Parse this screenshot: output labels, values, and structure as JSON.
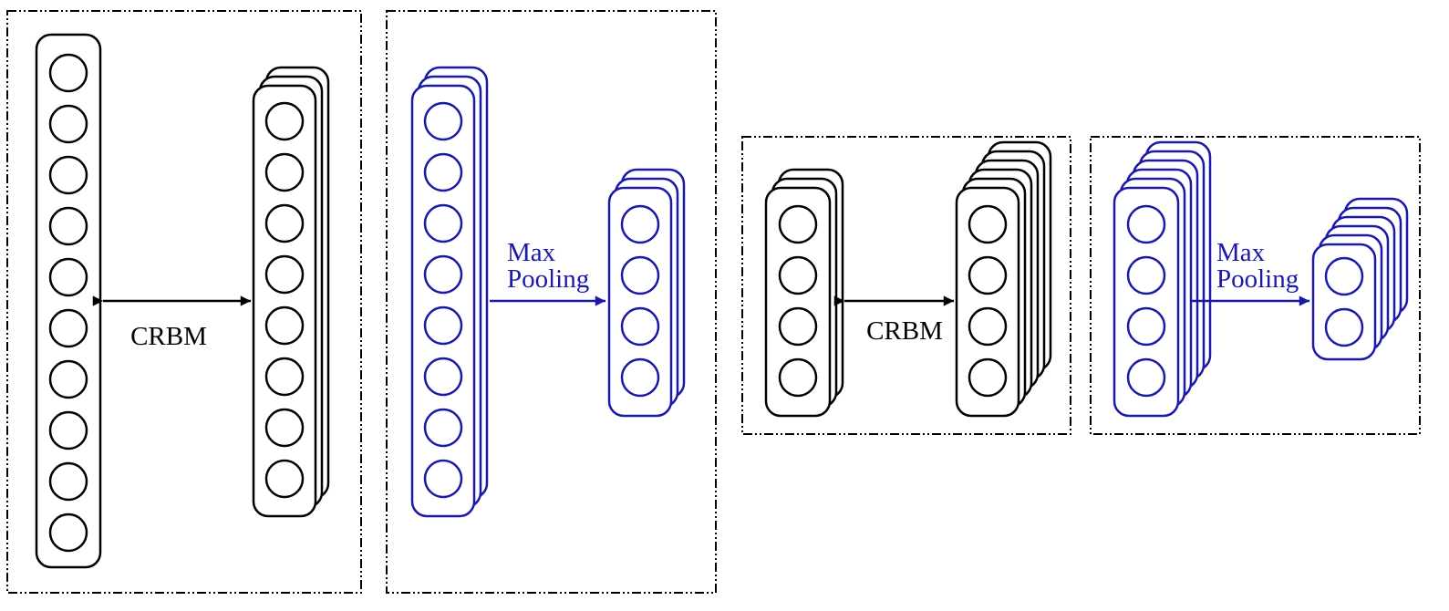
{
  "colors": {
    "visible": "#000000",
    "pooling": "#1a1aa6"
  },
  "panels": [
    {
      "id": "crbm-1",
      "kind": "crbm",
      "label": "CRBM",
      "left": {
        "stack": 1,
        "units": 10,
        "color": "visible"
      },
      "right": {
        "stack": 3,
        "units": 8,
        "color": "visible"
      }
    },
    {
      "id": "pool-1",
      "kind": "pool",
      "label": "Max\nPooling",
      "left": {
        "stack": 3,
        "units": 8,
        "color": "pooling"
      },
      "right": {
        "stack": 3,
        "units": 4,
        "color": "pooling"
      }
    },
    {
      "id": "crbm-2",
      "kind": "crbm",
      "label": "CRBM",
      "left": {
        "stack": 3,
        "units": 4,
        "color": "visible"
      },
      "right": {
        "stack": 6,
        "units": 4,
        "color": "visible"
      }
    },
    {
      "id": "pool-2",
      "kind": "pool",
      "label": "Max\nPooling",
      "left": {
        "stack": 6,
        "units": 4,
        "color": "pooling"
      },
      "right": {
        "stack": 6,
        "units": 2,
        "color": "pooling"
      }
    }
  ]
}
